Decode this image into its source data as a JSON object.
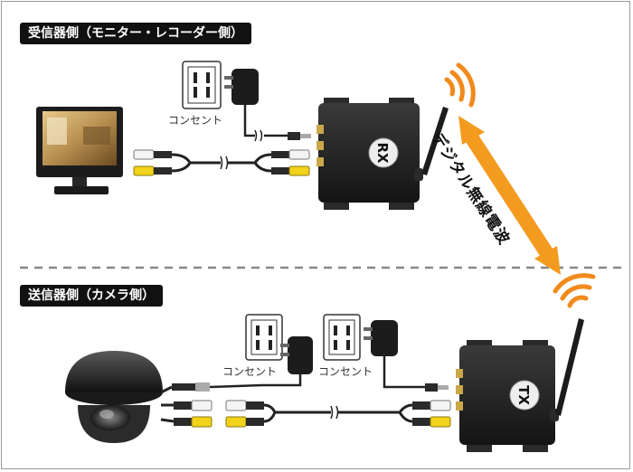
{
  "sections": {
    "receiver_title": "受信器側（モニター・レコーダー側）",
    "transmitter_title": "送信器側（カメラ側）"
  },
  "labels": {
    "outlet": "コンセント",
    "wireless": "デジタル無線電波",
    "rx": "RX",
    "tx": "TX"
  },
  "colors": {
    "video_plug": "#f2d21a",
    "audio_plug": "#f4f4f4",
    "signal_wave": "#f08a1c",
    "arrow": "#f39b1e",
    "unit_body": "#1e1e1e"
  }
}
